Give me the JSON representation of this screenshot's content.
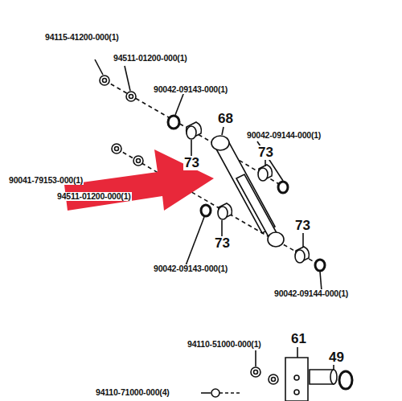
{
  "diagram": {
    "labels": [
      "94115-41200-000(1)",
      "94511-01200-000(1)",
      "90042-09143-000(1)",
      "68",
      "90042-09144-000(1)",
      "73",
      "73",
      "90041-79153-000(1)",
      "94511-01200-000(1)",
      "73",
      "73",
      "90042-09143-000(1)",
      "90042-09144-000(1)",
      "61",
      "49",
      "94110-51000-000(1)",
      "94110-71000-000(4)"
    ]
  }
}
